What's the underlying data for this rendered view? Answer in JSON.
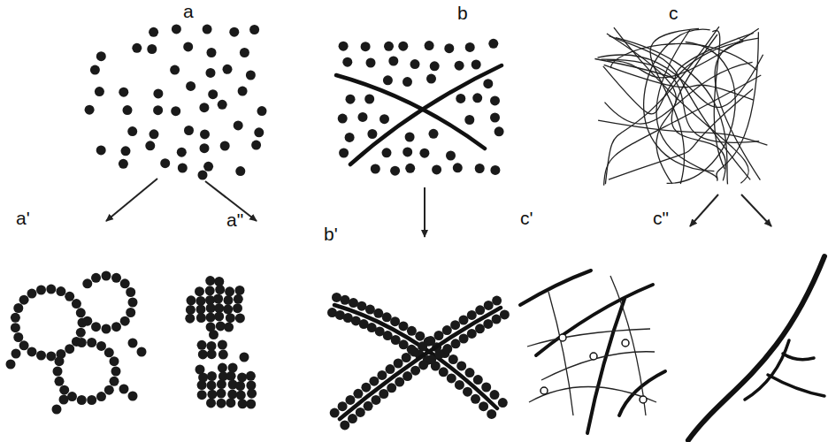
{
  "diagram": {
    "labels": [
      "a",
      "b",
      "c",
      "a'",
      "a\"",
      "b'",
      "c'",
      "c\""
    ]
  }
}
